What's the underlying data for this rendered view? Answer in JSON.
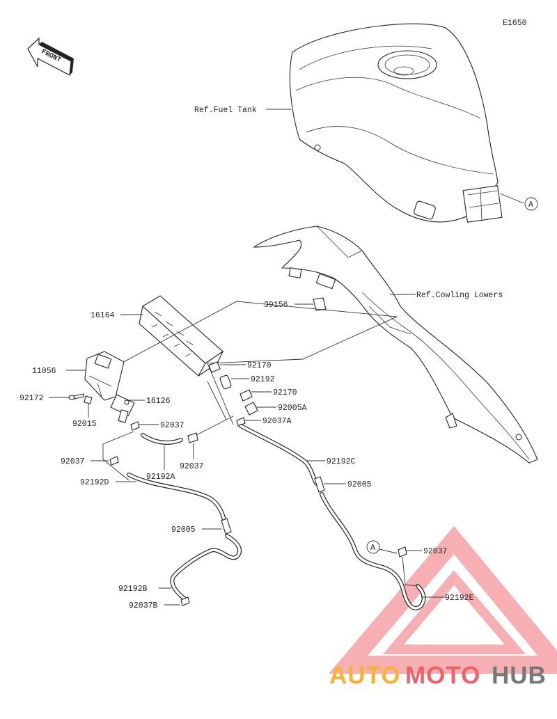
{
  "diagram_code": "E1650",
  "front_label": "FRONT",
  "references": {
    "fuel_tank": "Ref.Fuel Tank",
    "cowling_lowers": "Ref.Cowling Lowers",
    "connector_a_top": "A",
    "connector_a_bottom": "A"
  },
  "part_labels": {
    "p16164": "16164",
    "p39156": "39156",
    "p11056": "11056",
    "p92170a": "92170",
    "p92192": "92192",
    "p92170b": "92170",
    "p92172": "92172",
    "p16126": "16126",
    "p92005A": "92005A",
    "p92015": "92015",
    "p92037a": "92037",
    "p92037A": "92037A",
    "p92037b": "92037",
    "p92192A": "92192A",
    "p92037c": "92037",
    "p92192C": "92192C",
    "p92192D": "92192D",
    "p92005a": "92005",
    "p92005b": "92005",
    "p92037d": "92037",
    "p92192B": "92192B",
    "p92192E": "92192E",
    "p92037B": "92037B"
  },
  "watermark": {
    "part1": "AUTO",
    "part2": "MOTO",
    "part3": "HUB",
    "color1": "#f5b233",
    "color2": "#f0626a",
    "color3": "#777777"
  }
}
